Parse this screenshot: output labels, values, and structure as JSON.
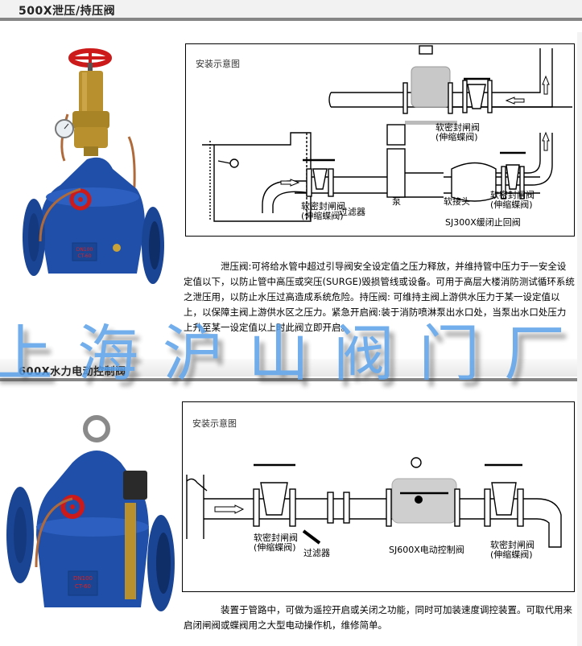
{
  "sections": [
    {
      "title": "500X泄压/持压阀",
      "diagram": {
        "caption": "安装示意图",
        "labels": {
          "top_gate": [
            "软密封闸阀",
            "(伸缩蝶阀)"
          ],
          "left_gate": [
            "软密封闸阀",
            "(伸缩蝶阀)"
          ],
          "filter": "过滤器",
          "pump": "泵",
          "soft_joint": "软接头",
          "right_gate": [
            "软密封闸阀",
            "(伸缩蝶阀)"
          ],
          "check_valve": "SJ300X缓闭止回阀"
        }
      },
      "description": "泄压阀:可将给水管中超过引导阀安全设定值之压力释放，并维持管中压力于一安全设定值以下，以防止管中高压或突压(SURGE)毁损管线或设备。可用于高层大楼消防测试循环系统之泄压用，以防止水压过高造成系统危险。持压阀: 可维持主阀上游供水压力于某一设定值以上，以保障主阀上游供水区之压力。紧急开启阀:装于消防喷淋泵出水口处，当泵出水口处压力上升至某一设定值以上时此阀立即开启。"
    },
    {
      "title": "600X水力电动控制阀",
      "diagram": {
        "caption": "安装示意图",
        "labels": {
          "left_gate": [
            "软密封闸阀",
            "(伸缩蝶阀)"
          ],
          "filter": "过滤器",
          "control_valve": "SJ600X电动控制阀",
          "right_gate": [
            "软密封闸阀",
            "(伸缩蝶阀)"
          ]
        }
      },
      "description": "装置于管路中，可做为遥控开启或关闭之功能，同时可加装速度调控装置。可取代用来启闭闸阀或蝶阀用之大型电动操作机，维修简单。"
    }
  ],
  "watermark": "上海沪山阀门厂",
  "colors": {
    "valve_blue": "#1f4fa8",
    "handwheel_red": "#cc1a1a",
    "brass": "#b8902e",
    "rule_gray": "#868686",
    "watermark_blue": "#5aa0e8"
  }
}
